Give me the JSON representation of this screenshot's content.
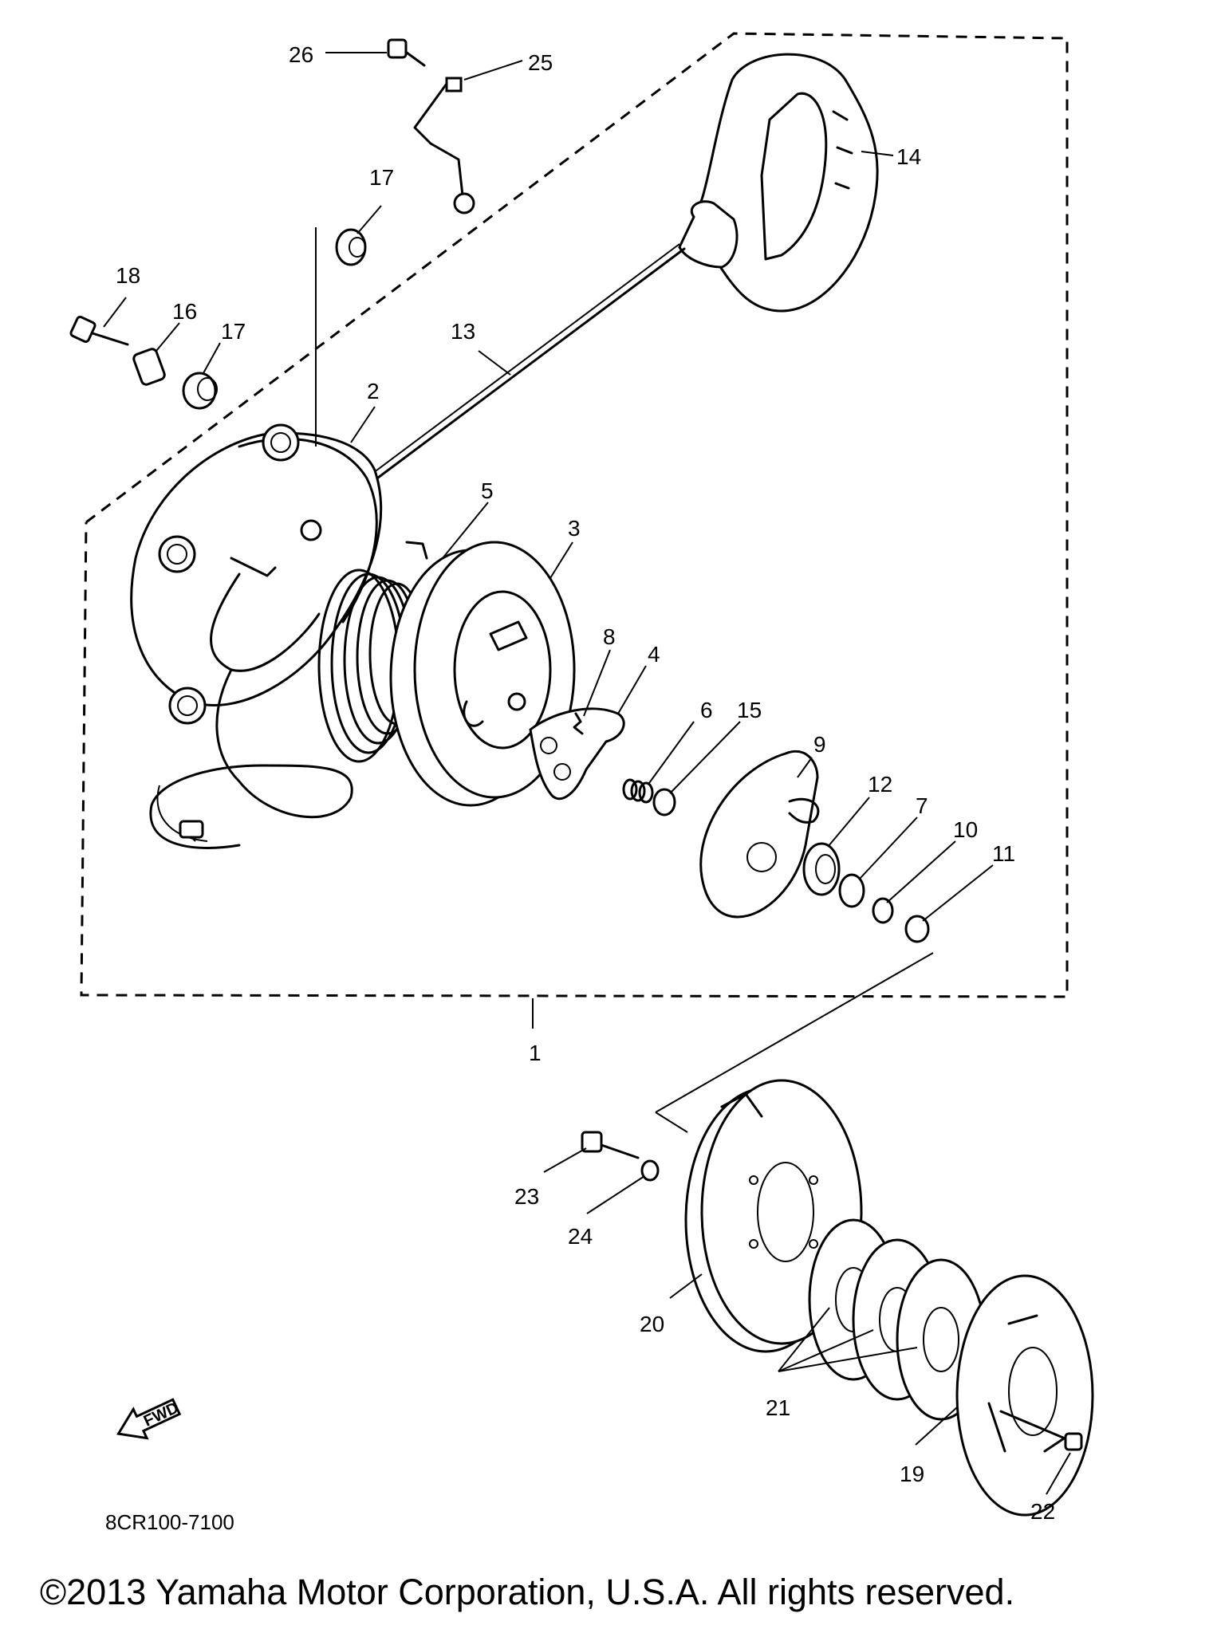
{
  "diagram": {
    "part_code": "8CR100-7100",
    "direction_label": "FWD",
    "copyright": "©2013 Yamaha Motor Corporation, U.S.A. All rights reserved.",
    "callouts": {
      "n1": "1",
      "n2": "2",
      "n3": "3",
      "n4": "4",
      "n5": "5",
      "n6": "6",
      "n7": "7",
      "n8": "8",
      "n9": "9",
      "n10": "10",
      "n11": "11",
      "n12": "12",
      "n13": "13",
      "n14": "14",
      "n15": "15",
      "n16": "16",
      "n17a": "17",
      "n17b": "17",
      "n18": "18",
      "n19": "19",
      "n20": "20",
      "n21": "21",
      "n22": "22",
      "n23": "23",
      "n24": "24",
      "n25": "25",
      "n26": "26"
    }
  }
}
